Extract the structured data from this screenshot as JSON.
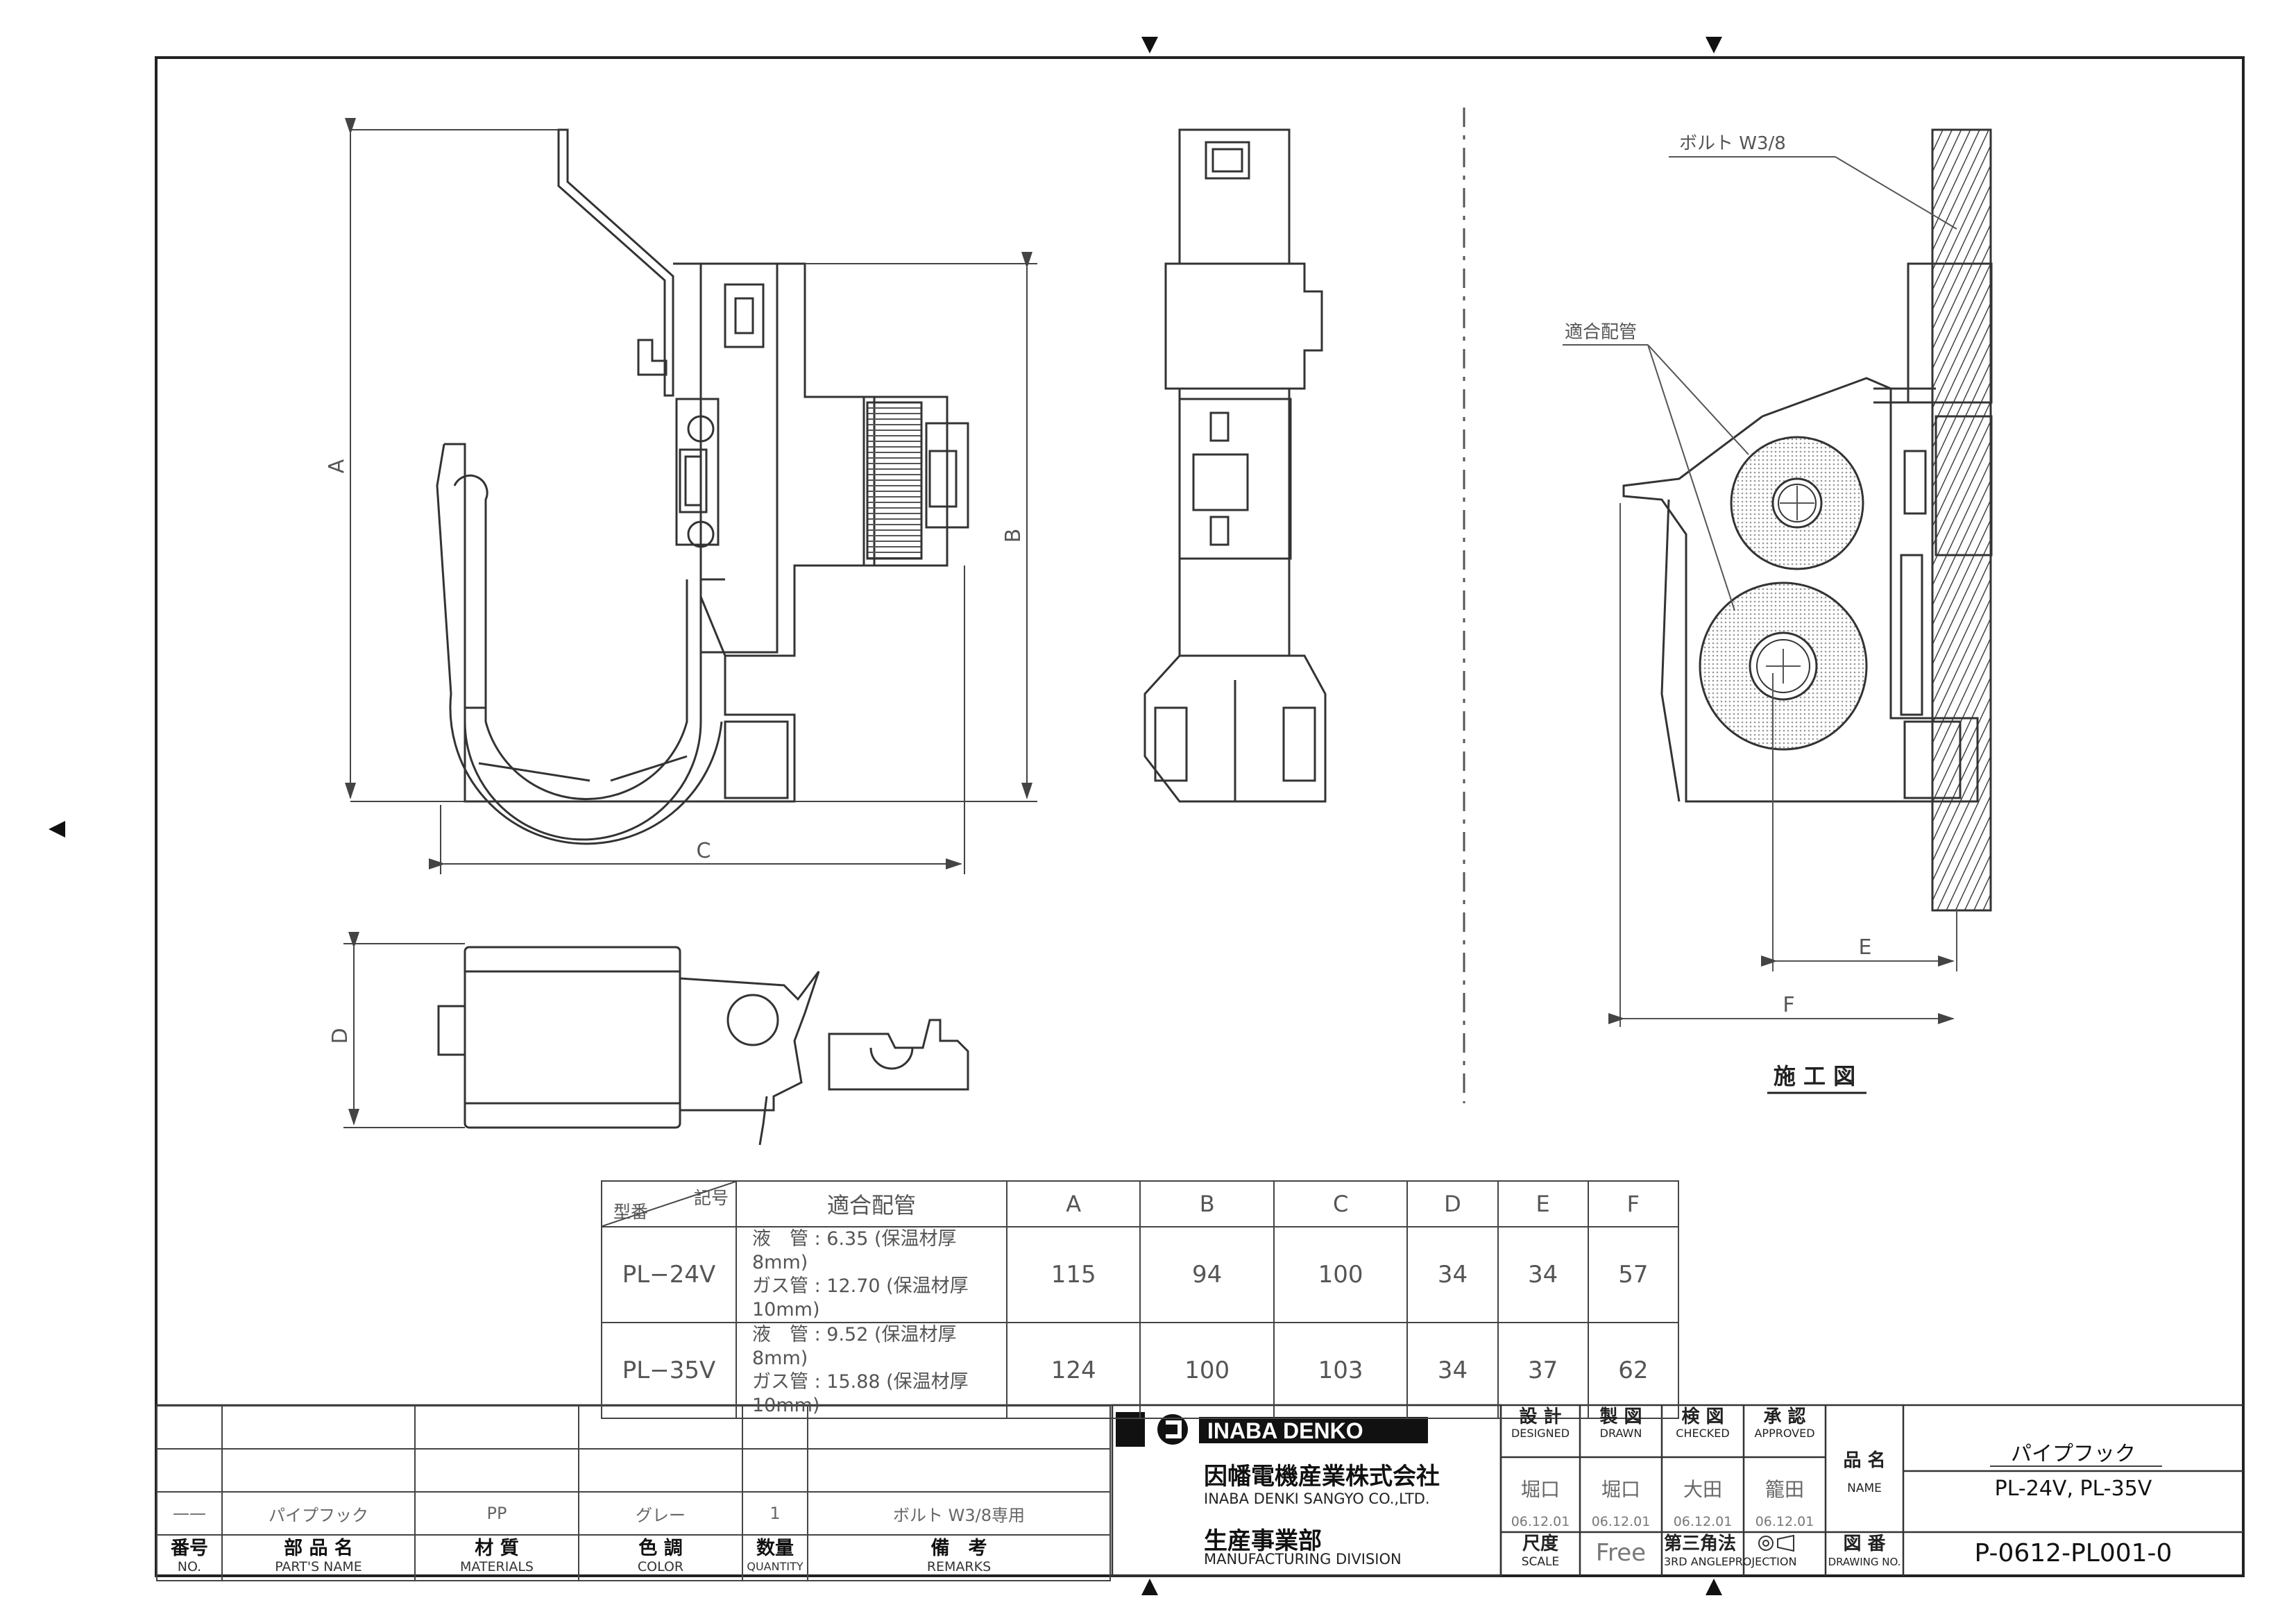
{
  "views": {
    "dims": {
      "A": "A",
      "B": "B",
      "C": "C",
      "D": "D",
      "E": "E",
      "F": "F"
    },
    "bolt_label": "ボルト W3/8",
    "pipe_label": "適合配管",
    "install_title": "施 工 図"
  },
  "spec_table": {
    "corner_symbol": "記号",
    "corner_model": "型番",
    "headers": [
      "適合配管",
      "A",
      "B",
      "C",
      "D",
      "E",
      "F"
    ],
    "rows": [
      {
        "model": "PL−24V",
        "pipe1": "液　管 : 6.35 (保温材厚8mm)",
        "pipe2": "ガス管 : 12.70 (保温材厚10mm)",
        "A": "115",
        "B": "94",
        "C": "100",
        "D": "34",
        "E": "34",
        "F": "57"
      },
      {
        "model": "PL−35V",
        "pipe1": "液　管 : 9.52 (保温材厚8mm)",
        "pipe2": "ガス管 : 15.88 (保温材厚10mm)",
        "A": "124",
        "B": "100",
        "C": "103",
        "D": "34",
        "E": "37",
        "F": "62"
      }
    ]
  },
  "parts_list": {
    "row": {
      "no": "——",
      "name": "パイプフック",
      "material": "PP",
      "color": "グレー",
      "qty": "1",
      "remarks": "ボルト W3/8専用"
    },
    "headers": [
      {
        "jp": "番号",
        "en": "NO."
      },
      {
        "jp": "部 品 名",
        "en": "PART'S NAME"
      },
      {
        "jp": "材 質",
        "en": "MATERIALS"
      },
      {
        "jp": "色 調",
        "en": "COLOR"
      },
      {
        "jp": "数量",
        "en": "QUANTITY"
      },
      {
        "jp": "備　考",
        "en": "REMARKS"
      }
    ]
  },
  "title_block": {
    "brand": "INABA DENKO",
    "company_jp": "因幡電機産業株式会社",
    "company_en": "INABA DENKI SANGYO CO.,LTD.",
    "division_jp": "生産事業部",
    "division_en": "MANUFACTURING DIVISION",
    "designed_jp": "設 計",
    "designed_en": "DESIGNED",
    "designed_by": "堀口",
    "designed_date": "06.12.01",
    "drawn_jp": "製 図",
    "drawn_en": "DRAWN",
    "drawn_by": "堀口",
    "drawn_date": "06.12.01",
    "checked_jp": "検 図",
    "checked_en": "CHECKED",
    "checked_by": "大田",
    "checked_date": "06.12.01",
    "approved_jp": "承 認",
    "approved_en": "APPROVED",
    "approved_by": "籠田",
    "approved_date": "06.12.01",
    "name_jp": "品 名",
    "name_en": "NAME",
    "product_name": "パイプフック",
    "product_models": "PL-24V, PL-35V",
    "scale_jp": "尺度",
    "scale_en": "SCALE",
    "scale": "Free",
    "projection_jp": "第三角法",
    "projection_en": "3RD ANGLEPROJECTION",
    "drawing_no_jp": "図 番",
    "drawing_no_en": "DRAWING NO.",
    "drawing_no": "P-0612-PL001-0"
  }
}
